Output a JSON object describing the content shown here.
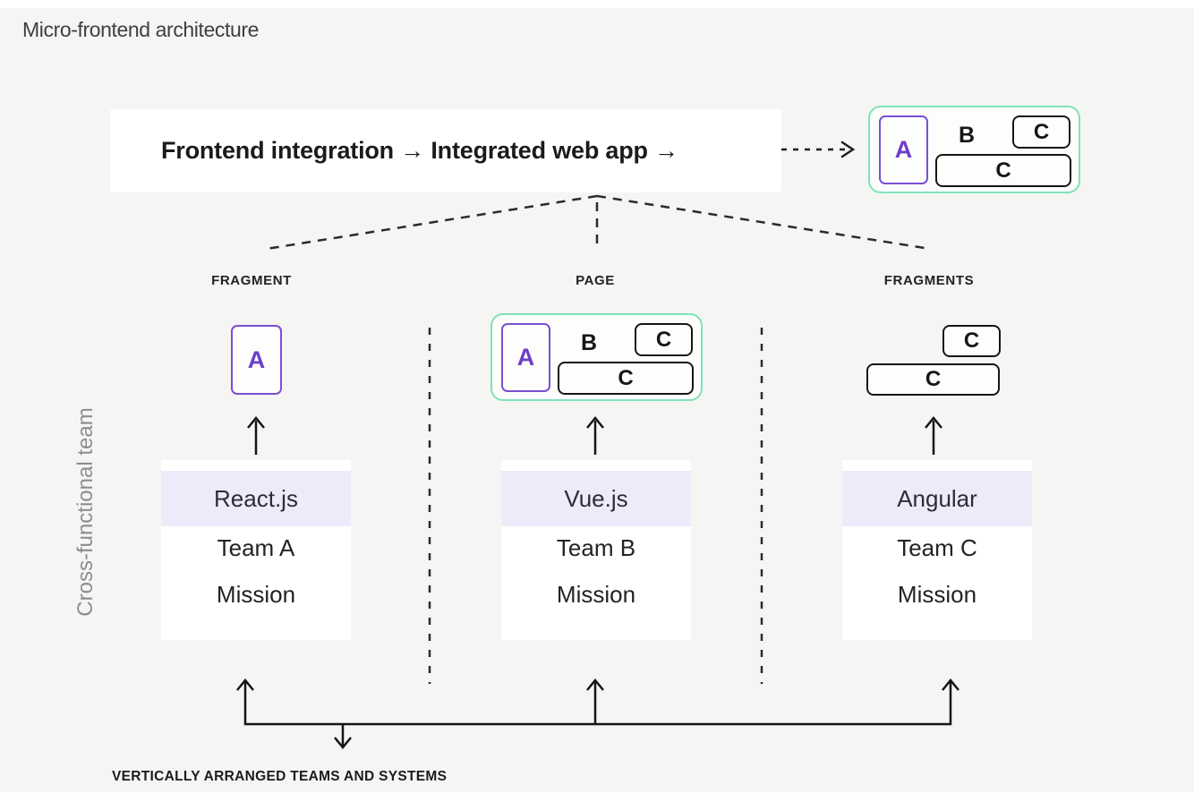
{
  "page": {
    "title": "Micro-frontend architecture"
  },
  "header": {
    "label": "Frontend integration → Integrated web app →"
  },
  "app_preview": {
    "a": "A",
    "b": "B",
    "c1": "C",
    "c2": "C"
  },
  "columns": {
    "fragment": {
      "label": "FRAGMENT",
      "a": "A"
    },
    "page": {
      "label": "PAGE",
      "a": "A",
      "b": "B",
      "c1": "C",
      "c2": "C"
    },
    "fragments": {
      "label": "FRAGMENTS",
      "c1": "C",
      "c2": "C"
    }
  },
  "teams": [
    {
      "framework": "React.js",
      "team": "Team A",
      "mission": "Mission"
    },
    {
      "framework": "Vue.js",
      "team": "Team B",
      "mission": "Mission"
    },
    {
      "framework": "Angular",
      "team": "Team C",
      "mission": "Mission"
    }
  ],
  "side_label": "Cross-functional team",
  "bottom_label": "VERTICALLY ARRANGED TEAMS AND SYSTEMS",
  "colors": {
    "background": "#f5f5f3",
    "card": "#ffffff",
    "purple_text": "#6d3fc8",
    "purple_border": "#7a4fd3",
    "mint_border": "#7fe3ba",
    "lavender_band": "#efeafa",
    "ink": "#1a1a1a",
    "muted_gray": "#8d8d8d"
  }
}
